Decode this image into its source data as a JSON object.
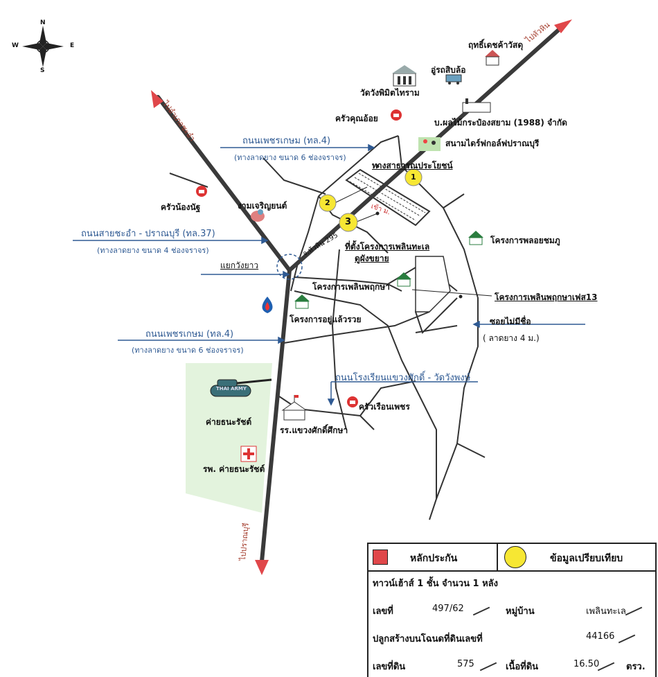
{
  "compass": {
    "n": "N",
    "s": "S",
    "e": "E",
    "w": "W"
  },
  "directions": {
    "to_huahin": "ไปหัวหิน",
    "to_chaam": "ไปอำเภอชะอำ",
    "to_pranburi": "ไปปราณบุรี"
  },
  "roads": {
    "phetkasem_top": "ถนนเพชรเกษม (ทล.4)",
    "phetkasem_top_sub": "(ทางลาดยาง ขนาด 6 ช่องจราจร)",
    "chaam_pranburi": "ถนนสายชะอำ - ปราณบุรี (ทล.37)",
    "chaam_pranburi_sub": "(ทางลาดยาง ขนาด 4 ช่องจราจร)",
    "phetkasem_bottom": "ถนนเพชรเกษม (ทล.4)",
    "phetkasem_bottom_sub": "(ทางลาดยาง ขนาด 6 ช่องจราจร)",
    "school_road": "ถนนโรงเรียนแขวงศักดิ์ - วัดวังพงษ์",
    "soi_unnamed": "ซอยไม่มีชื่อ",
    "soi_unnamed_sub": "( ลาดยาง 4 ม.)",
    "route_295": "จ.หัวหิน 295"
  },
  "places": {
    "residence": "ฤทธิ์เดชค้าวัสดุ",
    "garage": "อู่รถสิบล้อ",
    "temple": "วัดวังพิมิตไทราม",
    "krua_khun": "ครัวคุณอ้อย",
    "fruit_company": "บ.ผลไม้กระป๋องสยาม (1988) จำกัด",
    "golf": "สนามไดร์ฟกอล์ฟปราณบุรี",
    "public_road": "ทางสาธารณประโยชน์",
    "krua_nong": "ครัวน้องนัฐ",
    "ngam_charoen": "งามเจริญยนต์",
    "project_site_1": "ที่ตั้งโครงการเพลินทะเล",
    "project_site_2": "ดูผังขยาย",
    "ploen_project": "โครงการพลอยชมภู",
    "yaek": "แยกวังยาว",
    "ploen_pruksa": "โครงการเพลินพฤกษา",
    "ploen_pruksa_13": "โครงการเพลินพฤกษาเฟส13",
    "yu_saeng": "โครงการอยู่แล้วรวย",
    "krua_ruen": "ครัวเรือนเพชร",
    "camp": "ค่ายธนะรัชต์",
    "tank_label": "THAI ARMY",
    "school": "รร.แขวงศักดิ์ศึกษา",
    "hospital": "รพ. ค่ายธนะรัชต์",
    "arrow_label": "เข้า ม."
  },
  "markers": [
    {
      "id": "1",
      "label": "1"
    },
    {
      "id": "2",
      "label": "2"
    },
    {
      "id": "3",
      "label": "3"
    }
  ],
  "legend": {
    "collateral": "หลักประกัน",
    "comparable": "ข้อมูลเปรียบเทียบ"
  },
  "info": {
    "title": "ทาวน์เฮ้าส์ 1 ชั้น จำนวน 1 หลัง",
    "house_no_label": "เลขที่",
    "house_no": "497/62",
    "village_label": "หมู่บ้าน",
    "village": "เพลินทะเล",
    "deed_label": "ปลูกสร้างบนโฉนดที่ดินเลขที่",
    "deed_no": "44166",
    "land_no_label": "เลขที่ดิน",
    "land_no": "575",
    "area_label": "เนื้อที่ดิน",
    "area": "16.50",
    "area_unit": "ตรว."
  },
  "colors": {
    "main_road": "#3a3a3a",
    "arrow_red": "#e0474a",
    "blue_road_label": "#2f5a93",
    "marker_yellow": "#f7e733",
    "camp_green": "#e3f3dd"
  }
}
